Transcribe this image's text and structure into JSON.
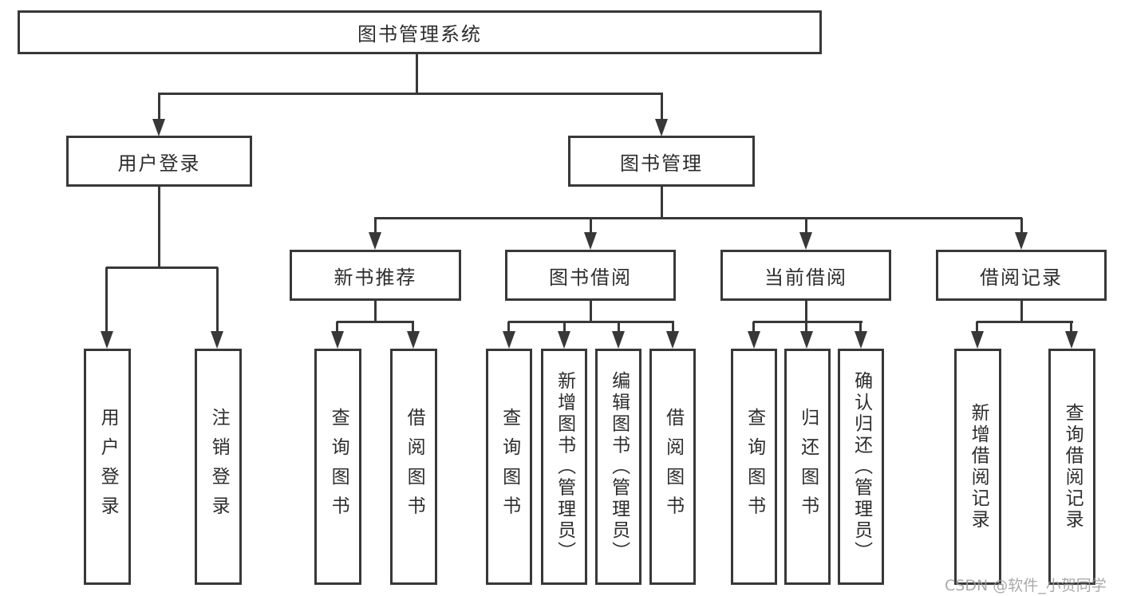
{
  "colors": {
    "background": "#ffffff",
    "line": "#383838",
    "text": "#2d2d2d",
    "watermark_color": "#9c9c9c"
  },
  "watermark": {
    "text": "CSDN @软件_小贺同学"
  },
  "tree": {
    "label": "图书管理系统",
    "children": [
      {
        "label": "用户登录",
        "children": [
          {
            "label": "用户登录"
          },
          {
            "label": "注销登录"
          }
        ]
      },
      {
        "label": "图书管理",
        "children": [
          {
            "label": "新书推荐",
            "children": [
              {
                "label": "查询图书"
              },
              {
                "label": "借阅图书"
              }
            ]
          },
          {
            "label": "图书借阅",
            "children": [
              {
                "label": "查询图书"
              },
              {
                "label": "新增图书（管理员）"
              },
              {
                "label": "编辑图书（管理员）"
              },
              {
                "label": "借阅图书"
              }
            ]
          },
          {
            "label": "当前借阅",
            "children": [
              {
                "label": "查询图书"
              },
              {
                "label": "归还图书"
              },
              {
                "label": "确认归还（管理员）"
              }
            ]
          },
          {
            "label": "借阅记录",
            "children": [
              {
                "label": "新增借阅记录"
              },
              {
                "label": "查询借阅记录"
              }
            ]
          }
        ]
      }
    ]
  }
}
